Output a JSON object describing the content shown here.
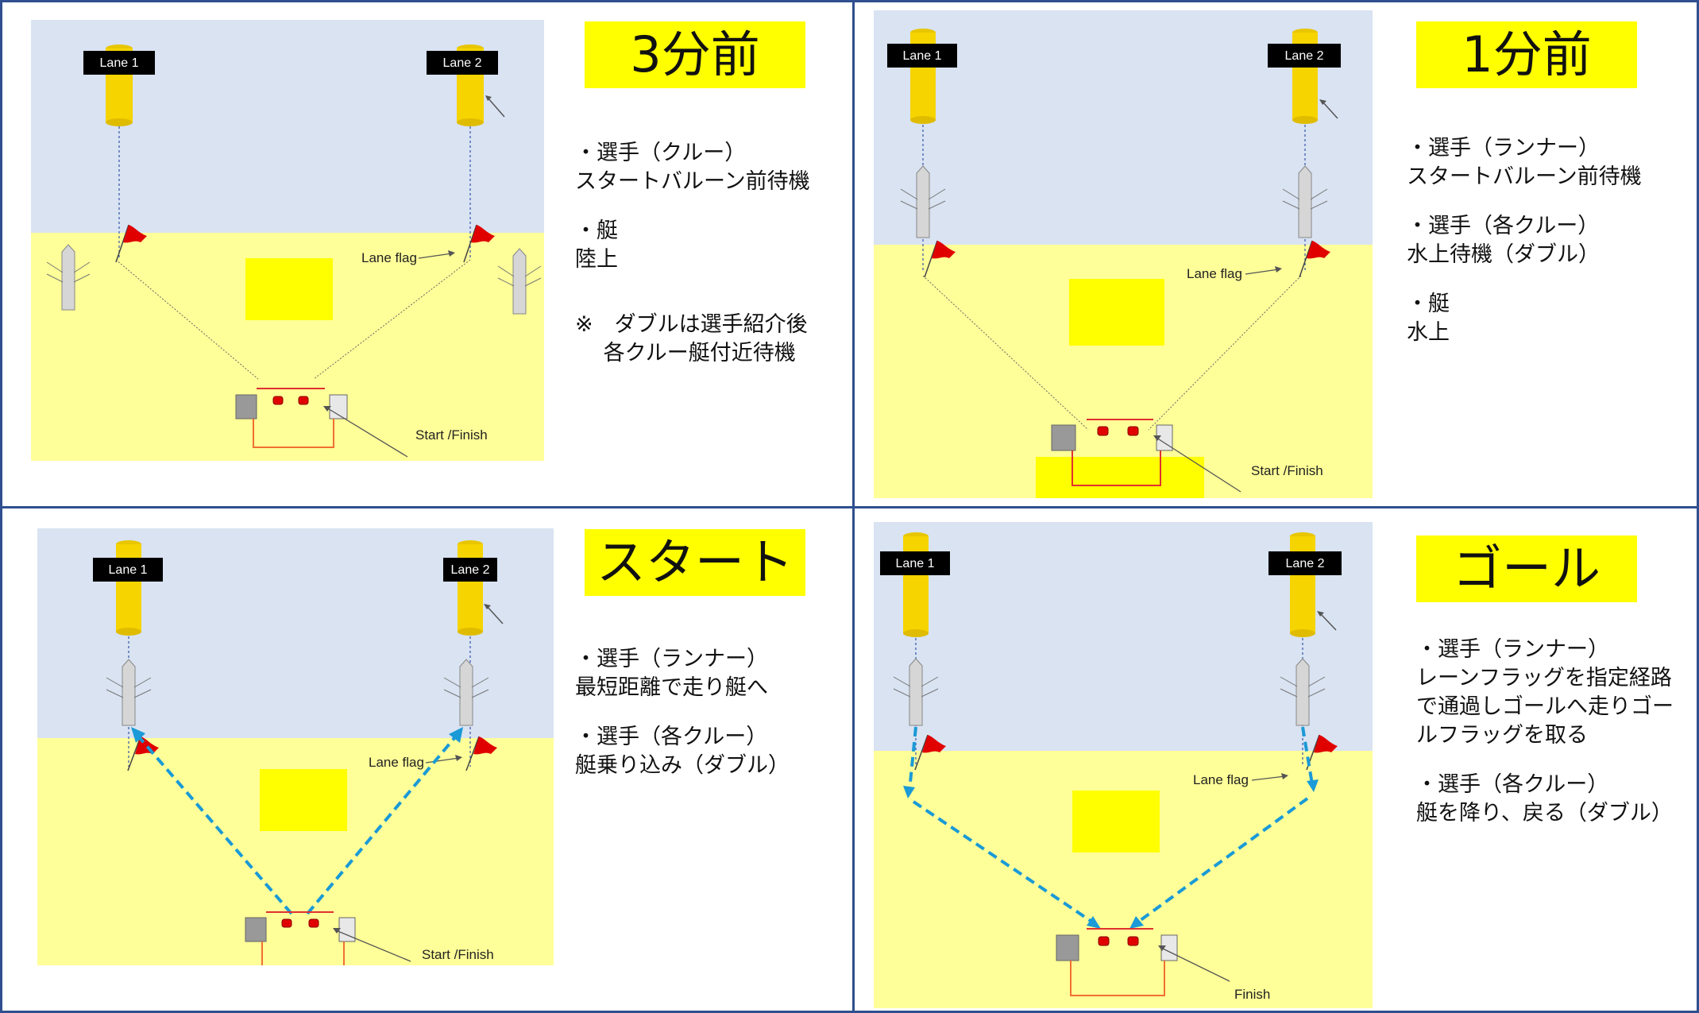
{
  "labels": {
    "lane1": "Lane 1",
    "lane2": "Lane 2",
    "lane_flag": "Lane flag",
    "start_finish": "Start /Finish",
    "finish": "Finish"
  },
  "colors": {
    "water": "#d9e3f2",
    "land": "#ffff99",
    "yellow": "#ffff00",
    "pole": "#f5d400",
    "flag": "#e00000",
    "arrow": "#1a9ad6",
    "border": "#2f4f8f",
    "tape": "#f07030"
  },
  "panels": [
    {
      "id": "3min",
      "title": "3分前",
      "notes": [
        [
          "・選手（クルー）",
          "スタートバルーン前待機"
        ],
        [
          "・艇",
          "陸上"
        ],
        [
          "※　ダブルは選手紹介後",
          "　 各クルー艇付近待機"
        ]
      ]
    },
    {
      "id": "1min",
      "title": "1分前",
      "notes": [
        [
          "・選手（ランナー）",
          "スタートバルーン前待機"
        ],
        [
          "・選手（各クルー）",
          "水上待機（ダブル）"
        ],
        [
          "・艇",
          "水上"
        ]
      ]
    },
    {
      "id": "start",
      "title": "スタート",
      "notes": [
        [
          "・選手（ランナー）",
          "最短距離で走り艇へ"
        ],
        [
          "・選手（各クルー）",
          "艇乗り込み（ダブル）"
        ]
      ]
    },
    {
      "id": "goal",
      "title": "ゴール",
      "notes": [
        [
          "・選手（ランナー）",
          "レーンフラッグを指定経路",
          "で通過しゴールへ走りゴー",
          "ルフラッグを取る"
        ],
        [
          "・選手（各クルー）",
          "艇を降り、戻る（ダブル）"
        ]
      ]
    }
  ]
}
